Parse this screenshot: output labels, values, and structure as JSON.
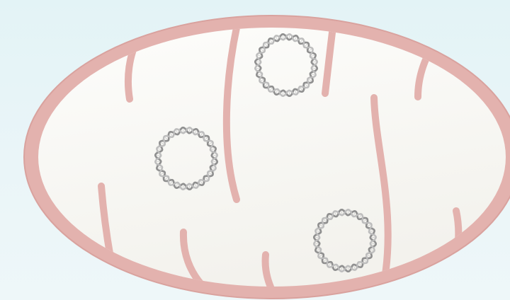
{
  "diagram": {
    "subject": "mitochondrion-cross-section",
    "colors": {
      "background": "#e6f4f7",
      "outer_membrane": "#e3b2ae",
      "outer_membrane_edge": "#d89f9b",
      "matrix_fill": "#f8f7f3",
      "cristae": "#e3b2ae",
      "mtdna_strand_light": "#bdbdbd",
      "mtdna_strand_dark": "#8f8f8f"
    },
    "mtdna_rings": [
      {
        "id": "mtdna-ring-top"
      },
      {
        "id": "mtdna-ring-left"
      },
      {
        "id": "mtdna-ring-bottom-right"
      }
    ]
  }
}
